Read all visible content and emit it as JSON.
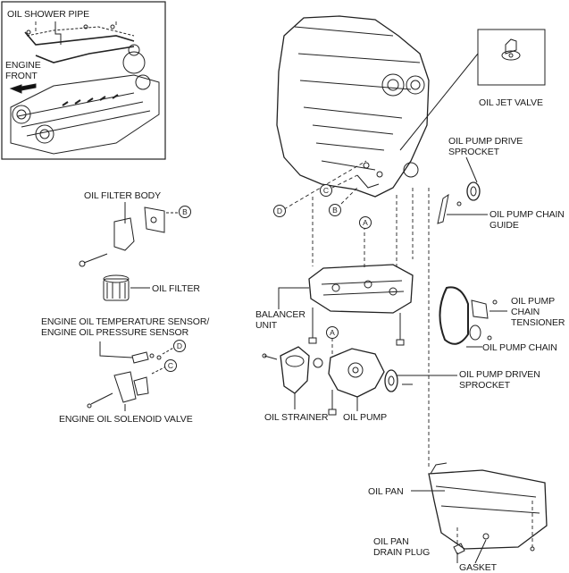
{
  "labels": {
    "oil_shower_pipe": "OIL SHOWER PIPE",
    "engine_front_1": "ENGINE",
    "engine_front_2": "FRONT",
    "oil_jet_valve": "OIL JET VALVE",
    "oil_pump_drive_sprocket_1": "OIL PUMP DRIVE",
    "oil_pump_drive_sprocket_2": "SPROCKET",
    "oil_pump_chain_guide_1": "OIL PUMP CHAIN",
    "oil_pump_chain_guide_2": "GUIDE",
    "oil_filter_body": "OIL FILTER BODY",
    "oil_filter": "OIL FILTER",
    "sensor_1": "ENGINE OIL TEMPERATURE SENSOR/",
    "sensor_2": "ENGINE OIL PRESSURE SENSOR",
    "solenoid_valve": "ENGINE OIL SOLENOID VALVE",
    "balancer_unit_1": "BALANCER",
    "balancer_unit_2": "UNIT",
    "oil_strainer": "OIL STRAINER",
    "oil_pump": "OIL PUMP",
    "chain_tensioner_1": "OIL PUMP",
    "chain_tensioner_2": "CHAIN",
    "chain_tensioner_3": "TENSIONER",
    "oil_pump_chain": "OIL PUMP CHAIN",
    "driven_sprocket_1": "OIL PUMP DRIVEN",
    "driven_sprocket_2": "SPROCKET",
    "oil_pan": "OIL PAN",
    "drain_plug_1": "OIL PAN",
    "drain_plug_2": "DRAIN PLUG",
    "gasket": "GASKET"
  },
  "markers": {
    "a": "A",
    "b": "B",
    "c": "C",
    "d": "D"
  }
}
